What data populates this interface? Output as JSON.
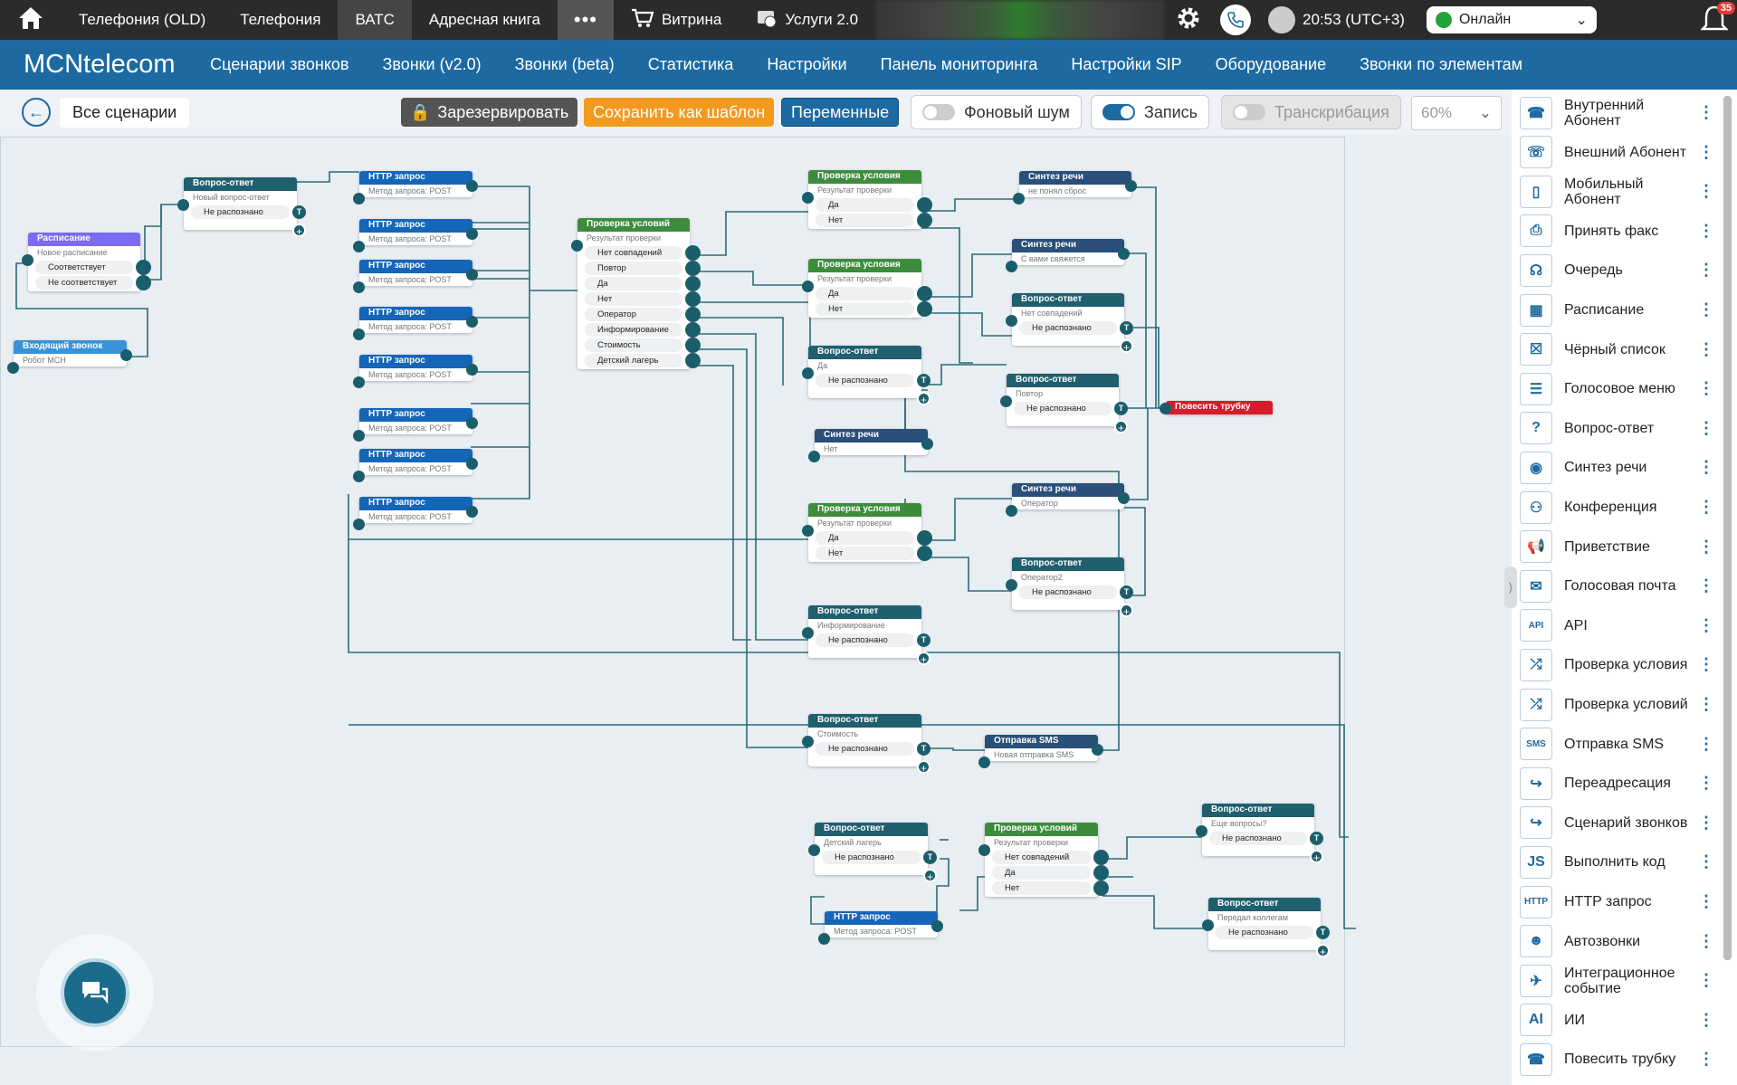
{
  "topbar": {
    "items": [
      "Телефония (OLD)",
      "Телефония",
      "ВАТС",
      "Адресная книга"
    ],
    "more": "•••",
    "showcase": "Витрина",
    "services": "Услуги 2.0",
    "time": "20:53 (UTC+3)",
    "status": "Онлайн",
    "notifications": "35"
  },
  "nav": {
    "brand": "MCNtelecom",
    "items": [
      "Сценарии звонков",
      "Звонки (v2.0)",
      "Звонки (beta)",
      "Статистика",
      "Настройки",
      "Панель мониторинга",
      "Настройки SIP",
      "Оборудование",
      "Звонки по элементам"
    ]
  },
  "toolbar": {
    "breadcrumb": "Все сценарии",
    "reserve": "Зарезервировать",
    "save_template": "Сохранить как шаблон",
    "variables": "Переменные",
    "bg_noise": "Фоновый шум",
    "record": "Запись",
    "transcription": "Транскрибация",
    "zoom": "60%"
  },
  "nodes": {
    "n1": {
      "title": "Расписание",
      "sub": "Новое расписание",
      "rows": [
        "Соответствует",
        "Не соответствует"
      ]
    },
    "n2": {
      "title": "Входящий звонок",
      "sub": "Робот МСН"
    },
    "n3": {
      "title": "Вопрос-ответ",
      "sub": "Новый вопрос-ответ",
      "rows": [
        "Не распознано"
      ]
    },
    "h1": {
      "title": "HTTP запрос",
      "sub": "Метод запроса: POST"
    },
    "h2": {
      "title": "HTTP запрос",
      "sub": "Метод запроса: POST"
    },
    "h3": {
      "title": "HTTP запрос",
      "sub": "Метод запроса: POST"
    },
    "h4": {
      "title": "HTTP запрос",
      "sub": "Метод запроса: POST"
    },
    "h5": {
      "title": "HTTP запрос",
      "sub": "Метод запроса: POST"
    },
    "h6": {
      "title": "HTTP запрос",
      "sub": "Метод запроса: POST"
    },
    "h7": {
      "title": "HTTP запрос",
      "sub": "Метод запроса: POST"
    },
    "h8": {
      "title": "HTTP запрос",
      "sub": "Метод запроса: POST"
    },
    "c1": {
      "title": "Проверка условий",
      "sub": "Результат проверки",
      "rows": [
        "Нет совпадений",
        "Повтор",
        "Да",
        "Нет",
        "Оператор",
        "Информирование",
        "Стоимость",
        "Детский лагерь"
      ]
    },
    "c2": {
      "title": "Проверка условия",
      "sub": "Результат проверки",
      "rows": [
        "Да",
        "Нет"
      ]
    },
    "c3": {
      "title": "Проверка условия",
      "sub": "Результат проверки",
      "rows": [
        "Да",
        "Нет"
      ]
    },
    "q1": {
      "title": "Вопрос-ответ",
      "sub": "Да",
      "rows": [
        "Не распознано"
      ]
    },
    "t1": {
      "title": "Синтез речи",
      "sub": "Нет"
    },
    "c4": {
      "title": "Проверка условия",
      "sub": "Результат проверки",
      "rows": [
        "Да",
        "Нет"
      ]
    },
    "q2": {
      "title": "Вопрос-ответ",
      "sub": "Информирование",
      "rows": [
        "Не распознано"
      ]
    },
    "q3": {
      "title": "Вопрос-ответ",
      "sub": "Стоимость",
      "rows": [
        "Не распознано"
      ]
    },
    "q4": {
      "title": "Вопрос-ответ",
      "sub": "Детский лагерь",
      "rows": [
        "Не распознано"
      ]
    },
    "h9": {
      "title": "HTTP запрос",
      "sub": "Метод запроса: POST"
    },
    "t2": {
      "title": "Синтез речи",
      "sub": "не понял сброс"
    },
    "t3": {
      "title": "Синтез речи",
      "sub": "С вами свяжется"
    },
    "q5": {
      "title": "Вопрос-ответ",
      "sub": "Нет совпадений",
      "rows": [
        "Не распознано"
      ]
    },
    "q6": {
      "title": "Вопрос-ответ",
      "sub": "Повтор",
      "rows": [
        "Не распознано"
      ]
    },
    "hang": {
      "title": "Повесить трубку"
    },
    "t4": {
      "title": "Синтез речи",
      "sub": "Оператор"
    },
    "q7": {
      "title": "Вопрос-ответ",
      "sub": "Оператор2",
      "rows": [
        "Не распознано"
      ]
    },
    "s1": {
      "title": "Отправка SMS",
      "sub": "Новая отправка SMS"
    },
    "c5": {
      "title": "Проверка условий",
      "sub": "Результат проверки",
      "rows": [
        "Нет совпадений",
        "Да",
        "Нет"
      ]
    },
    "q8": {
      "title": "Вопрос-ответ",
      "sub": "Еще вопросы?",
      "rows": [
        "Не распознано"
      ]
    },
    "q9": {
      "title": "Вопрос-ответ",
      "sub": "Передал коллегам",
      "rows": [
        "Не распознано"
      ]
    }
  },
  "sidebar": {
    "items": [
      {
        "label": "Внутренний Абонент",
        "icon": "internal-subscriber"
      },
      {
        "label": "Внешний Абонент",
        "icon": "external-subscriber"
      },
      {
        "label": "Мобильный Абонент",
        "icon": "mobile-subscriber"
      },
      {
        "label": "Принять факс",
        "icon": "fax"
      },
      {
        "label": "Очередь",
        "icon": "queue"
      },
      {
        "label": "Расписание",
        "icon": "schedule"
      },
      {
        "label": "Чёрный список",
        "icon": "blacklist"
      },
      {
        "label": "Голосовое меню",
        "icon": "voice-menu"
      },
      {
        "label": "Вопрос-ответ",
        "icon": "question-answer"
      },
      {
        "label": "Синтез речи",
        "icon": "speech-synthesis"
      },
      {
        "label": "Конференция",
        "icon": "conference"
      },
      {
        "label": "Приветствие",
        "icon": "greeting"
      },
      {
        "label": "Голосовая почта",
        "icon": "voicemail"
      },
      {
        "label": "API",
        "icon": "api"
      },
      {
        "label": "Проверка условия",
        "icon": "condition-check"
      },
      {
        "label": "Проверка условий",
        "icon": "conditions-check"
      },
      {
        "label": "Отправка SMS",
        "icon": "sms"
      },
      {
        "label": "Переадресация",
        "icon": "forwarding"
      },
      {
        "label": "Сценарий звонков",
        "icon": "call-scenario"
      },
      {
        "label": "Выполнить код",
        "icon": "run-code"
      },
      {
        "label": "HTTP запрос",
        "icon": "http"
      },
      {
        "label": "Автозвонки",
        "icon": "autocalls"
      },
      {
        "label": "Интеграционное событие",
        "icon": "integration-event"
      },
      {
        "label": "ИИ",
        "icon": "ai"
      },
      {
        "label": "Повесить трубку",
        "icon": "hang-up"
      }
    ],
    "icon_glyphs": [
      "☎",
      "☏",
      "▯",
      "⎙",
      "☊",
      "▦",
      "☒",
      "☰",
      "?",
      "◉",
      "⚇",
      "📢",
      "✉",
      "API",
      "⤮",
      "⤮",
      "SMS",
      "↪",
      "↪",
      "JS",
      "HTTP",
      "☻",
      "✈",
      "AI",
      "☎"
    ]
  },
  "colors": {
    "accent": "#1d6aa2",
    "wire": "#2b6b78",
    "port": "#1b5e6b",
    "reserve_bg": "#555555",
    "template_bg": "#f39a1e",
    "variables_bg": "#1d6aa2"
  }
}
